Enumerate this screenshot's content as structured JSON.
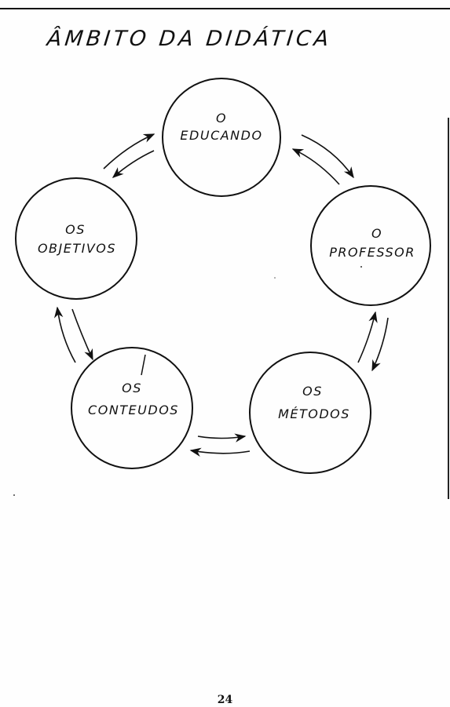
{
  "page": {
    "title": "ÂMBITO DA DIDÁTICA",
    "page_number": "24"
  },
  "nodes": [
    {
      "id": "educando",
      "lines": [
        "O",
        "EDUCANDO"
      ]
    },
    {
      "id": "professor",
      "lines": [
        "O",
        "PROFESSOR"
      ]
    },
    {
      "id": "metodos",
      "lines": [
        "OS",
        "MÉTODOS"
      ]
    },
    {
      "id": "conteudos",
      "lines": [
        "OS",
        "CONTEUDOS"
      ]
    },
    {
      "id": "objetivos",
      "lines": [
        "OS",
        "OBJETIVOS"
      ]
    }
  ],
  "colors": {
    "ink": "#111111",
    "paper": "#fefefe"
  }
}
